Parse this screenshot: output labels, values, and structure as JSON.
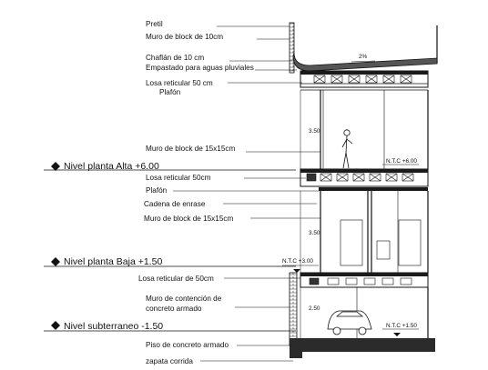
{
  "labels": {
    "pretil": "Pretil",
    "muro_block_10": "Muro de block de 10cm",
    "chaflan": "Chaflán de 10 cm",
    "empastado": "Empastado para aguas pluviales",
    "losa_reticular_50": "Losa reticular 50 cm",
    "plafon_top": "Plafón",
    "muro_block_15_top": "Muro de block de 15x15cm",
    "losa_reticular_50cm_mid": "Losa reticular 50cm",
    "plafon_mid": "Plafón",
    "cadena": "Cadena de enrase",
    "muro_block_15_mid": "Muro de block de 15x15cm",
    "losa_reticular_low": "Losa reticular de 50cm",
    "muro_contencion_1": "Muro de contención de",
    "muro_contencion_2": "concreto armado",
    "piso": "Piso de concreto armado",
    "zapata": "zapata corrida"
  },
  "levels": {
    "alta": "Nivel planta Alta +6.00",
    "baja": "Nivel planta Baja +1.50",
    "sub": "Nivel subterraneo -1.50"
  },
  "annotations": {
    "slope": "2%",
    "ntc_600": "N.T.C +6.00",
    "ntc_300": "N.T.C +3.00",
    "ntc_150": "N.T.C +1.50",
    "h_top": "3.50",
    "h_mid": "3.50",
    "h_low": "2.50"
  },
  "colors": {
    "ink": "#111111",
    "slab_fill": "#1a1a1a",
    "foundation_fill": "#2b2b2b",
    "hatch_gray": "#777777"
  }
}
